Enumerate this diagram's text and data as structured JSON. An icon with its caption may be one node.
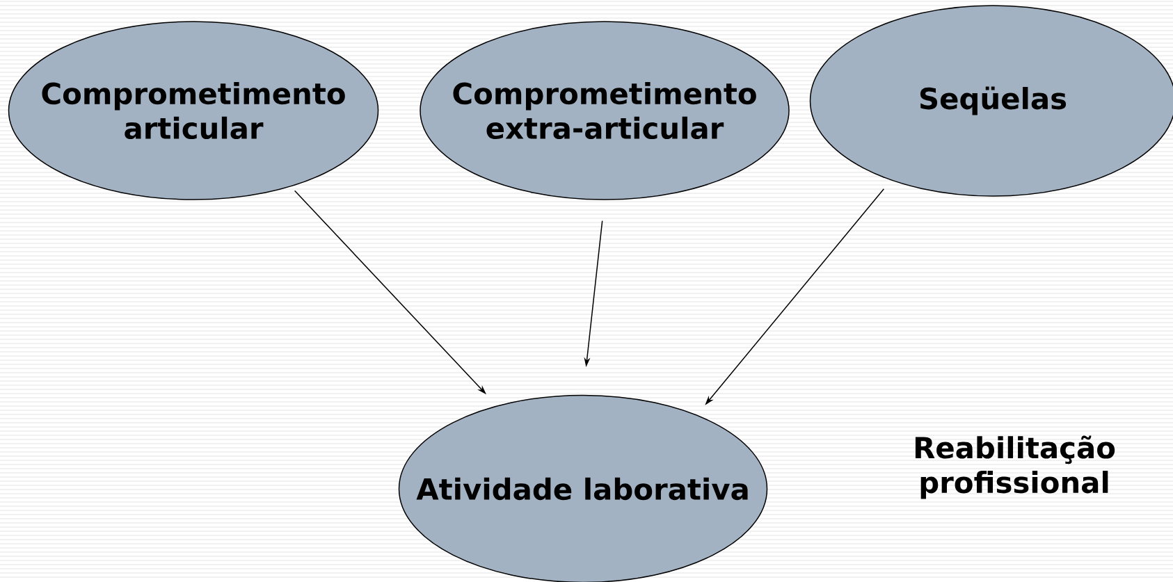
{
  "diagram": {
    "nodes": [
      {
        "text": [
          "Comprometimento articular"
        ]
      },
      {
        "text": [
          "Comprometimento extra-articular"
        ]
      },
      {
        "text": [
          "Seqüelas"
        ]
      },
      {
        "text": [
          "Atividade laborativa"
        ]
      }
    ],
    "edges": [
      {
        "from": 0,
        "to": 3,
        "arrow": "to"
      },
      {
        "from": 1,
        "to": 3,
        "arrow": "to"
      },
      {
        "from": 2,
        "to": 3,
        "arrow": "to"
      }
    ],
    "labels": [
      "Reabilitação profissional"
    ]
  }
}
